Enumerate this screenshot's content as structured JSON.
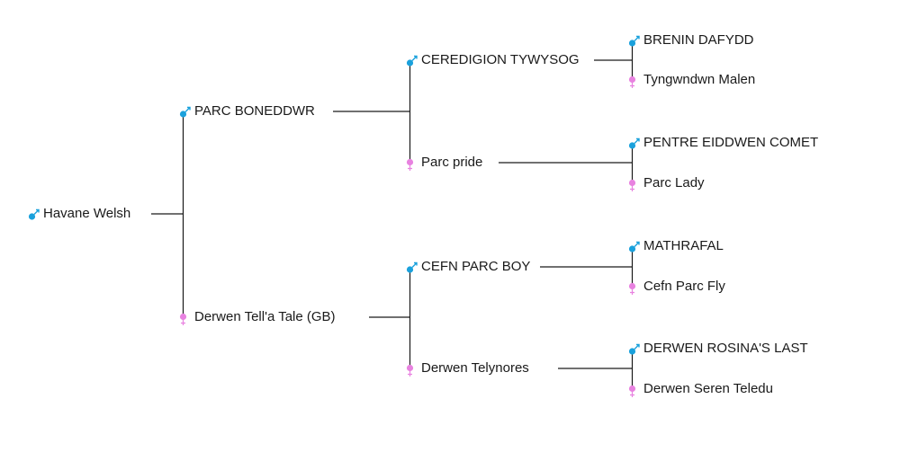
{
  "colors": {
    "male": "#1aa1dc",
    "female": "#e882e0",
    "line": "#1a1a1a"
  },
  "symbols": {
    "male": "♂",
    "female": "♀"
  },
  "pedigree": {
    "subject": {
      "name": "Havane Welsh",
      "sex": "male"
    },
    "sire": {
      "name": "PARC BONEDDWR",
      "sex": "male"
    },
    "dam": {
      "name": "Derwen Tell'a Tale (GB)",
      "sex": "female"
    },
    "sire_sire": {
      "name": "CEREDIGION TYWYSOG",
      "sex": "male"
    },
    "sire_dam": {
      "name": "Parc pride",
      "sex": "female"
    },
    "dam_sire": {
      "name": "CEFN PARC BOY",
      "sex": "male"
    },
    "dam_dam": {
      "name": "Derwen Telynores",
      "sex": "female"
    },
    "sire_sire_sire": {
      "name": "BRENIN DAFYDD",
      "sex": "male"
    },
    "sire_sire_dam": {
      "name": "Tyngwndwn Malen",
      "sex": "female"
    },
    "sire_dam_sire": {
      "name": "PENTRE EIDDWEN COMET",
      "sex": "male"
    },
    "sire_dam_dam": {
      "name": "Parc Lady",
      "sex": "female"
    },
    "dam_sire_sire": {
      "name": "MATHRAFAL",
      "sex": "male"
    },
    "dam_sire_dam": {
      "name": "Cefn Parc Fly",
      "sex": "female"
    },
    "dam_dam_sire": {
      "name": "DERWEN ROSINA'S LAST",
      "sex": "male"
    },
    "dam_dam_dam": {
      "name": "Derwen Seren Teledu",
      "sex": "female"
    }
  }
}
